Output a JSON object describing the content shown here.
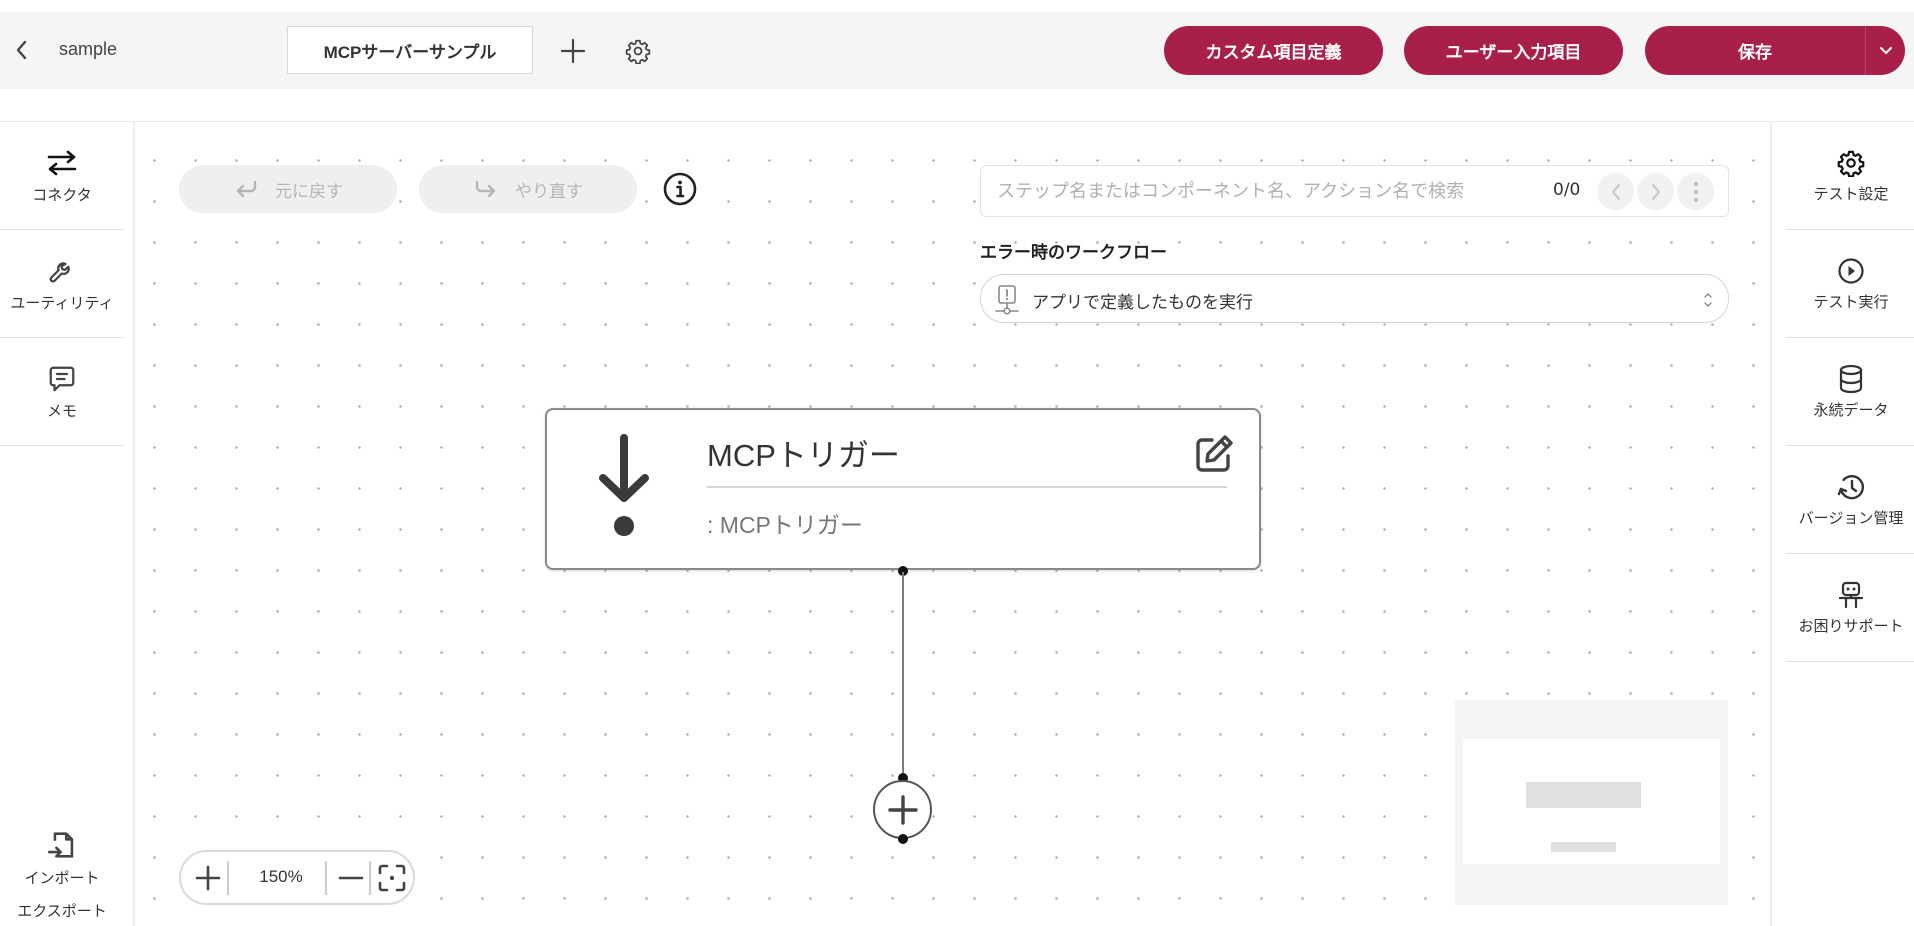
{
  "header": {
    "back_icon": "chevron-left-icon",
    "app_name": "sample",
    "flow_title": "MCPサーバーサンプル",
    "add_icon": "plus-icon",
    "settings_icon": "gear-icon",
    "custom_fields_label": "カスタム項目定義",
    "user_input_label": "ユーザー入力項目",
    "save_label": "保存",
    "save_dropdown_icon": "chevron-down-icon",
    "accent_color": "#a8204a"
  },
  "left_sidebar": {
    "items": [
      {
        "label": "コネクタ",
        "icon": "arrows-exchange-icon"
      },
      {
        "label": "ユーティリティ",
        "icon": "wrench-icon"
      },
      {
        "label": "メモ",
        "icon": "memo-icon"
      }
    ],
    "import_export": {
      "label_line1": "インポート",
      "label_line2": "エクスポート",
      "icon": "file-import-icon"
    }
  },
  "right_sidebar": {
    "items": [
      {
        "label": "テスト設定",
        "icon": "gear-icon"
      },
      {
        "label": "テスト実行",
        "icon": "play-circle-icon"
      },
      {
        "label": "永続データ",
        "icon": "database-icon"
      },
      {
        "label": "バージョン管理",
        "icon": "history-icon"
      },
      {
        "label": "お困りサポート",
        "icon": "robot-icon"
      }
    ]
  },
  "canvas": {
    "undo_label": "元に戻す",
    "redo_label": "やり直す",
    "info_icon": "info-icon",
    "search": {
      "placeholder": "ステップ名またはコンポーネント名、アクション名で検索",
      "value": "",
      "count": "0/0"
    },
    "error_workflow": {
      "label": "エラー時のワークフロー",
      "selected": "アプリで定義したものを実行"
    },
    "node": {
      "title": "MCPトリガー",
      "subtitle": ": MCPトリガー"
    },
    "zoom": {
      "value": "150%"
    }
  }
}
